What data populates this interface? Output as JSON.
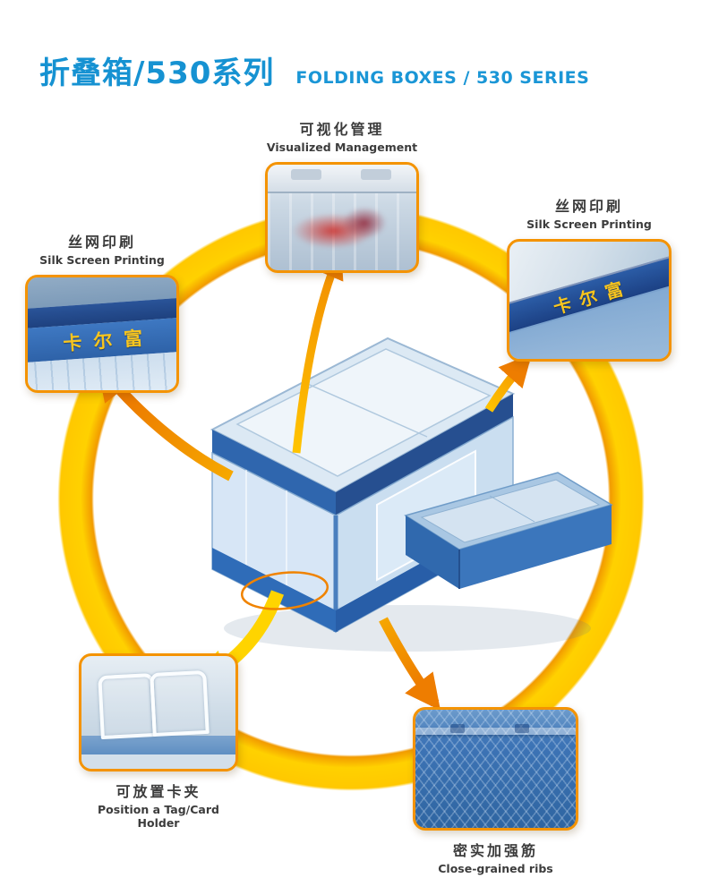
{
  "header": {
    "title_zh": "折叠箱/530系列",
    "title_en": "FOLDING BOXES / 530 SERIES"
  },
  "callouts": {
    "top": {
      "label_zh": "可视化管理",
      "label_en": "Visualized Management"
    },
    "left": {
      "label_zh": "丝网印刷",
      "label_en": "Silk Screen Printing",
      "print_text": "卡尔富"
    },
    "right": {
      "label_zh": "丝网印刷",
      "label_en": "Silk Screen Printing",
      "print_text": "卡尔富"
    },
    "bottom_left": {
      "label_zh": "可放置卡夹",
      "label_en": "Position a Tag/Card Holder"
    },
    "bottom_right": {
      "label_zh": "密实加强筋",
      "label_en": "Close-grained ribs"
    }
  },
  "colors": {
    "title_blue": "#1692D2",
    "ring_yellow": "#FFD100",
    "ring_orange": "#F29B00",
    "callout_border_orange": "#F49300",
    "arrow_orange": "#EE7D00",
    "arrow_yellow": "#FFD400",
    "box_blue": "#2F6CB8",
    "print_yellow": "#F8C51E",
    "label_gray": "#3C3C3C"
  }
}
